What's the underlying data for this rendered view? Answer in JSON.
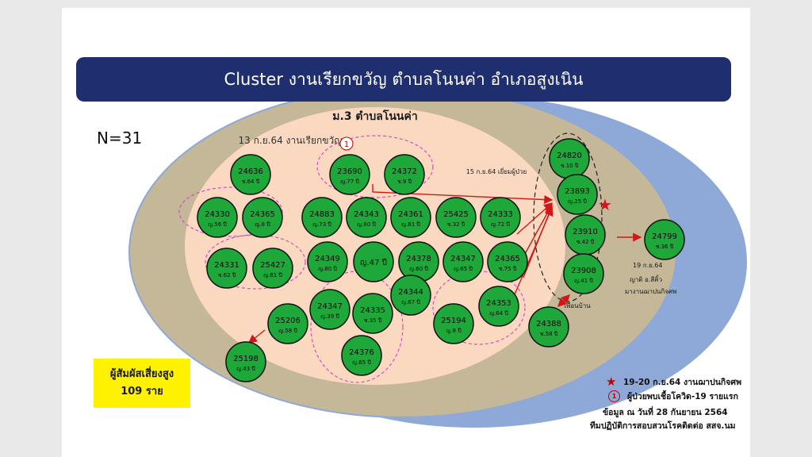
{
  "title": "Cluster งานเรียกขวัญ ตำบลโนนค่า อำเภอสูงเนิน",
  "n_label": "N=31",
  "village_label": "ม.3 ตำบลโนนค่า",
  "event_label": "13 ก.ย.64 งานเรียกขวัญ",
  "visit_label": "15 ก.ย.64 เยี่ยมผู้ป่วย",
  "neighbor_label": "เพื่อนบ้าน",
  "funeral_note": [
    "19 ก.ย.64",
    "ญาติ อ.สีคิ้ว",
    "มางานฌาปนกิจศพ"
  ],
  "first_case_marker": "1",
  "contacts_box": {
    "line1": "ผู้สัมผัสเสี่ยงสูง",
    "line2": "109 ราย"
  },
  "legend": [
    {
      "icon": "star-icon",
      "text": "19-20 ก.ย.64 งานฌาปนกิจศพ"
    },
    {
      "icon": "circle-one-icon",
      "text": "ผู้ป่วยพบเชื้อโควิด-19 รายแรก"
    }
  ],
  "footnote": [
    "ข้อมูล ณ วันที่ 28 กันยายน 2564",
    "ทีมปฏิบัติการสอบสวนโรคติดต่อ สสจ.นม"
  ],
  "colors": {
    "banner": "#1f2e6e",
    "outer_blue": "#8ea8d8",
    "tan": "#c4b898",
    "peach": "#fbd8c0",
    "case_green": "#1fa83a",
    "arrow_red": "#d01818",
    "dash_pink": "#d14fc8",
    "highlight": "#fff200"
  },
  "cases": [
    {
      "id": "24636",
      "sub": "ช.64 ปี"
    },
    {
      "id": "23690",
      "sub": "ญ.77 ปี"
    },
    {
      "id": "24372",
      "sub": "ช.9 ปี"
    },
    {
      "id": "24330",
      "sub": "ญ.56 ปี"
    },
    {
      "id": "24365",
      "sub": "ญ.8 ปี"
    },
    {
      "id": "24883",
      "sub": "ญ.73 ปี"
    },
    {
      "id": "24343",
      "sub": "ญ.60 ปี"
    },
    {
      "id": "24361",
      "sub": "ญ.81 ปี"
    },
    {
      "id": "25425",
      "sub": "ช.32 ปี"
    },
    {
      "id": "24333",
      "sub": "ญ.72 ปี"
    },
    {
      "id": "24331",
      "sub": "ช.62 ปี"
    },
    {
      "id": "25427",
      "sub": "ญ.61 ปี"
    },
    {
      "id": "24349",
      "sub": "ญ.80 ปี"
    },
    {
      "id": "",
      "sub": "ญ.47 ปี"
    },
    {
      "id": "24378",
      "sub": "ญ.60 ปี"
    },
    {
      "id": "24347",
      "sub": "ญ.65 ปี"
    },
    {
      "id": "24365",
      "sub": "ช.75 ปี"
    },
    {
      "id": "24344",
      "sub": "ญ.67 ปี"
    },
    {
      "id": "24347",
      "sub": "ญ.39 ปี"
    },
    {
      "id": "24335",
      "sub": "ช.35 ปี"
    },
    {
      "id": "24376",
      "sub": "ญ.65 ปี"
    },
    {
      "id": "25194",
      "sub": "ญ.8 ปี"
    },
    {
      "id": "24353",
      "sub": "ญ.64 ปี"
    },
    {
      "id": "25206",
      "sub": "ญ.58 ปี"
    },
    {
      "id": "25198",
      "sub": "ญ.43 ปี"
    },
    {
      "id": "24820",
      "sub": "ช.10 ปี"
    },
    {
      "id": "23893",
      "sub": "ญ.25 ปี"
    },
    {
      "id": "23910",
      "sub": "ช.42 ปี"
    },
    {
      "id": "23908",
      "sub": "ญ.41 ปี"
    },
    {
      "id": "24799",
      "sub": "ช.36 ปี"
    },
    {
      "id": "24388",
      "sub": "ช.58 ปี"
    }
  ]
}
